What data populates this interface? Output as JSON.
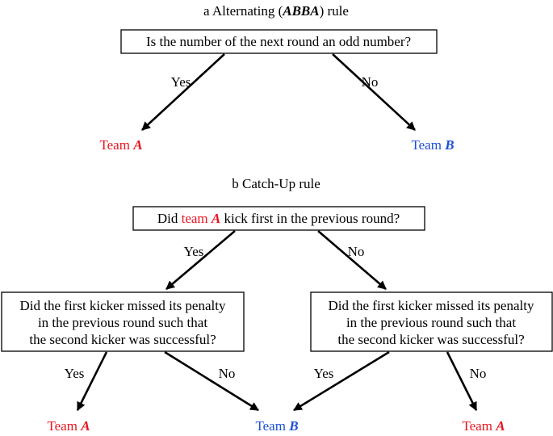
{
  "panel_a": {
    "title_prefix": "a Alternating (",
    "title_emph": "ABBA",
    "title_suffix": ") rule",
    "question": "Is the number of the next round an odd number?",
    "yes": "Yes",
    "no": "No",
    "outcome_left": {
      "prefix": "Team ",
      "letter": "A"
    },
    "outcome_right": {
      "prefix": "Team ",
      "letter": "B"
    }
  },
  "panel_b": {
    "title": "b Catch-Up rule",
    "question_prefix": "Did ",
    "question_team": "team ",
    "question_team_letter": "A",
    "question_suffix": " kick first in the previous round?",
    "yes": "Yes",
    "no": "No",
    "sub_question": {
      "line1": "Did the first kicker missed its penalty",
      "line2": "in the previous round such that",
      "line3": "the second kicker was successful?"
    },
    "sub_yes": "Yes",
    "sub_no": "No",
    "outcome_left": {
      "prefix": "Team ",
      "letter": "A"
    },
    "outcome_middle": {
      "prefix": "Team ",
      "letter": "B"
    },
    "outcome_right": {
      "prefix": "Team ",
      "letter": "A"
    }
  },
  "colors": {
    "team_a": "#e8141e",
    "team_b": "#1d4fd6",
    "line": "#000000"
  }
}
